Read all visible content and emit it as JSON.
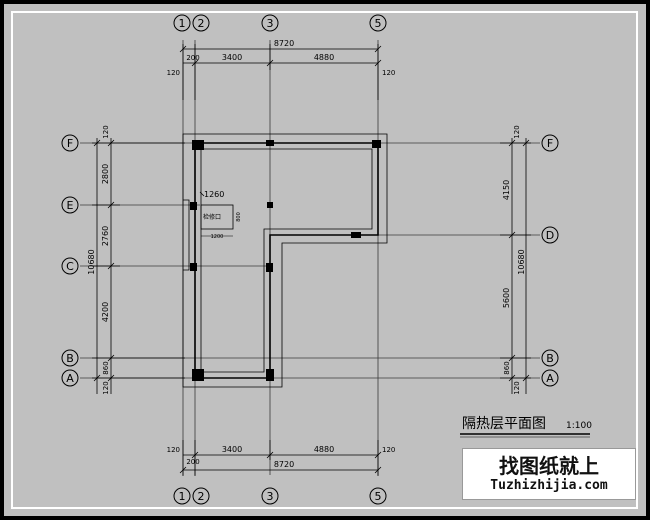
{
  "title": {
    "name": "隔热层平面图",
    "scale": "1:100"
  },
  "grid_labels": {
    "columns": [
      "1",
      "2",
      "3",
      "5"
    ],
    "rows": [
      "F",
      "E",
      "C",
      "B",
      "A",
      "D"
    ]
  },
  "dimensions": {
    "top_total": "8720",
    "top_seg_1": "3400",
    "top_seg_2": "4880",
    "top_offset_200": "200",
    "top_offset_120_left": "120",
    "top_offset_120_right": "120",
    "bottom_total": "8720",
    "bottom_seg_1": "3400",
    "bottom_seg_2": "4880",
    "bottom_offset_200": "200",
    "bottom_offset_120_left": "120",
    "bottom_offset_120_right": "120",
    "left_120_top": "120",
    "left_2800": "2800",
    "left_2760": "2760",
    "left_total": "10680",
    "left_4200": "4200",
    "left_860": "860",
    "left_120_bottom": "120",
    "right_120_top": "120",
    "right_4150": "4150",
    "right_total": "10680",
    "right_5600": "5600",
    "right_860": "860",
    "right_120_bottom": "120",
    "left_1260": "1260"
  },
  "labels": {
    "hatch": "检修口",
    "hatch_w": "1200",
    "hatch_h": "800"
  },
  "watermark": {
    "cn": "找图纸就上",
    "url": "Tuzhizhijia.com"
  },
  "colors": {
    "background": "#000000",
    "paper": "#c0c0c0",
    "frame": "#ffffff",
    "line": "#000000",
    "axis_line": "#3a3a3a"
  }
}
